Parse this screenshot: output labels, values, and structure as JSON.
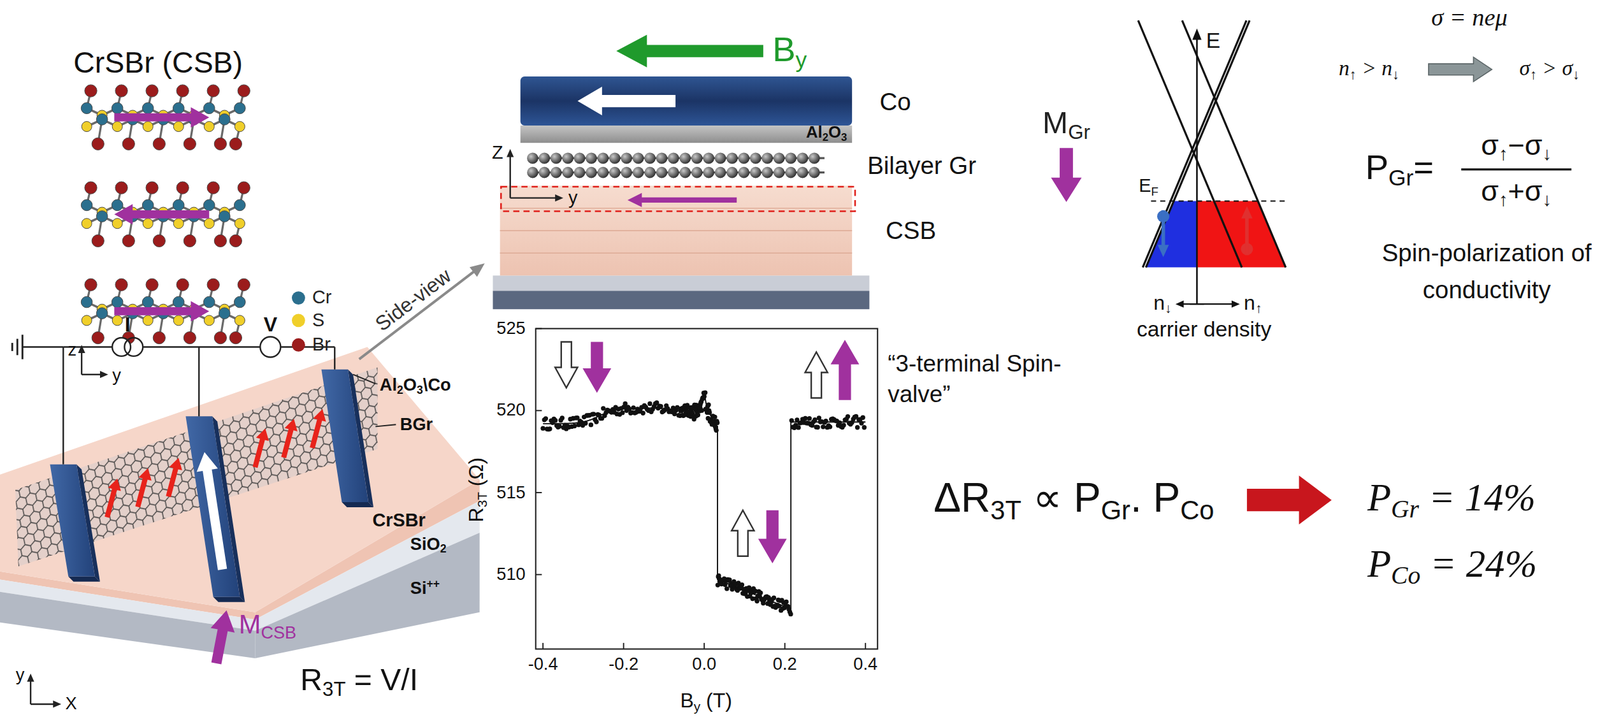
{
  "diagram": {
    "labels": [
      "CrSBr (CSB)",
      "z",
      "y",
      "Side-view",
      "I",
      "V",
      "Al2O3\\Co",
      "BGr",
      "CrSBr",
      "SiO2",
      "Si++",
      "MCSB",
      "y",
      "X",
      "R3T = V/I",
      "By",
      "Co",
      "Al2O3",
      "Bilayer Gr",
      "Z",
      "y",
      "CSB",
      "525",
      "520",
      "515",
      "510",
      "-0.4",
      "-0.2",
      "0.0",
      "0.2",
      "0.4",
      "R3T (Ω)",
      "By (T)",
      "“3-terminal Spin-valve”",
      "MGr",
      "E",
      "EF",
      "n↓",
      "n↑",
      "carrier density",
      "σ = neμ",
      "n↑ > n↓",
      "σ↑ > σ↓",
      "PGr=",
      "σ↑−σ↓",
      "σ↑+σ↓",
      "Spin-polarization of conductivity",
      "ΔR3T ∝ PGr. PCo",
      "PGr = 14%",
      "PCo = 24%"
    ],
    "legend": [
      {
        "text": "Cr",
        "color": "#2b6f8e"
      },
      {
        "text": "S",
        "color": "#f0cf2a"
      },
      {
        "text": "Br",
        "color": "#9b1c1c"
      }
    ]
  }
}
